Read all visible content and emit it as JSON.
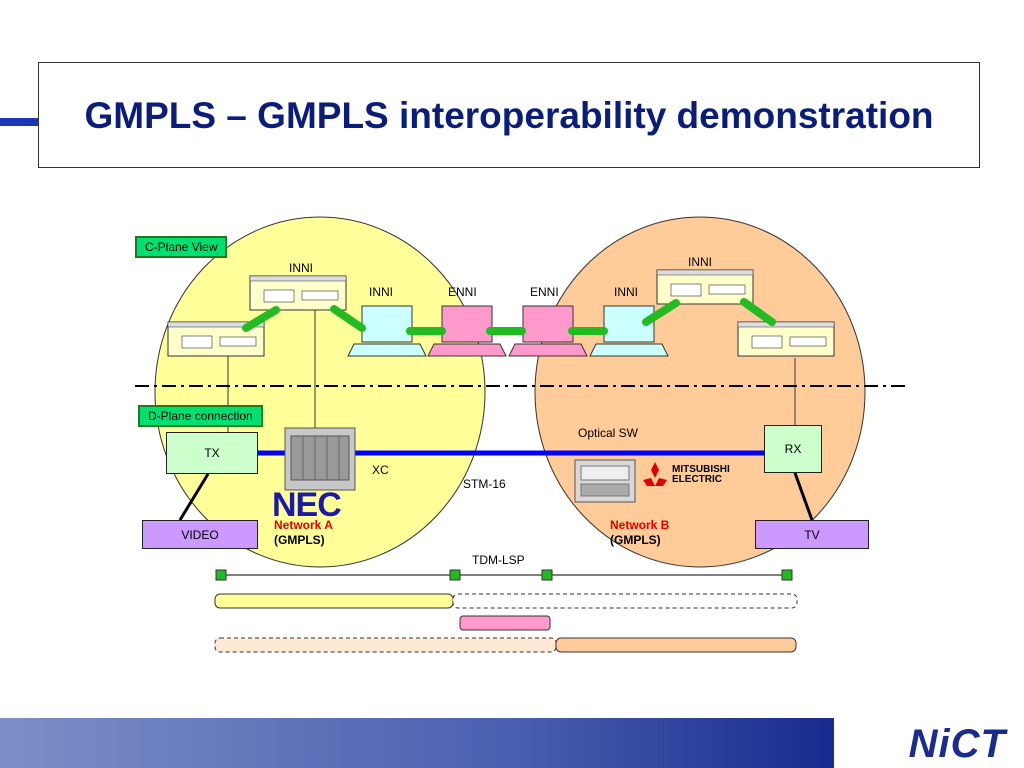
{
  "title": "GMPLS – GMPLS interoperability demonstration",
  "tags": {
    "c_plane": "C-Plane View",
    "d_plane": "D-Plane connection"
  },
  "labels": {
    "inni_a": "INNI",
    "inni_a2": "INNI",
    "enni_a": "ENNI",
    "enni_b": "ENNI",
    "inni_b2": "INNI",
    "inni_b": "INNI",
    "optical_sw": "Optical SW",
    "xc": "XC",
    "stm16": "STM-16",
    "tdm_lsp": "TDM-LSP"
  },
  "boxes": {
    "tx": "TX",
    "rx": "RX",
    "video": "VIDEO",
    "tv": "TV"
  },
  "networks": {
    "a_name": "Network A",
    "a_proto": "(GMPLS)",
    "b_name": "Network B",
    "b_proto": "(GMPLS)"
  },
  "brands": {
    "nec": "NEC",
    "mitsu_1": "MITSUBISHI",
    "mitsu_2": "ELECTRIC",
    "nict": "NiCT"
  },
  "colors": {
    "title": "#0a1d7a",
    "network_a": "#ffff99",
    "network_b": "#ffcc99",
    "data_line": "#0000ff",
    "link_green": "#22bb22",
    "laptop_cyan": "#ccffff",
    "laptop_pink": "#ff99cc",
    "tag_green": "#00e070"
  },
  "icons": [
    "router-icon",
    "laptop-icon",
    "optical-switch-icon",
    "nec-equipment-icon",
    "mitsubishi-logo-icon"
  ]
}
